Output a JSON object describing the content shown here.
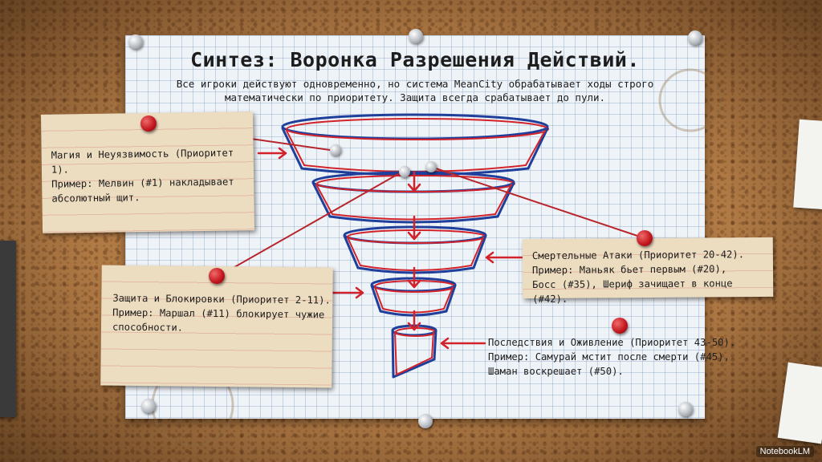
{
  "title": "Синтез: Воронка Разрешения Действий.",
  "subtitle": "Все игроки действуют одновременно, но система MeanCity обрабатывает ходы строго математически по приоритету. Защита всегда срабатывает до пули.",
  "notes": [
    {
      "text": "Магия и Неуязвимость (Приоритет 1).\nПример: Мелвин (#1) накладывает\nабсолютный щит."
    },
    {
      "text": "Защита и Блокировки (Приоритет 2-11).\nПример: Маршал (#11) блокирует чужие\nспособности."
    },
    {
      "text": "Смертельные Атаки (Приоритет 20-42).\nПример: Маньяк бьет первым (#20),\nБосс (#35), Шериф зачищает в конце (#42)."
    },
    {
      "text": "Последствия и Оживление (Приоритет 43-50).\nПример: Самурай мстит после смерти (#45),\nШаман воскрешает (#50)."
    }
  ],
  "watermark": "NotebookLM",
  "colors": {
    "ink_red": "#d2232a",
    "ink_blue": "#1f3f9a",
    "pin_red": "#c0141c",
    "paper": "#eef3f8",
    "note": "#ecdcc0"
  },
  "icons": [
    "red-pushpin-icon",
    "silver-thumbtack-icon",
    "down-arrow-icon",
    "funnel-sketch"
  ]
}
